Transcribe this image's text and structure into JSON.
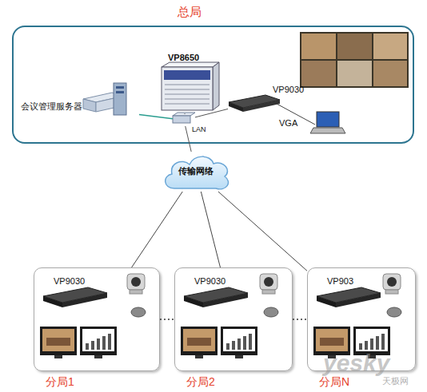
{
  "diagram": {
    "nodes": [
      {
        "text": [
          "总局"
        ]
      },
      {
        "text": [
          "会议管理服务器"
        ],
        "in": 0
      },
      {
        "text": [
          "VP8650"
        ],
        "in": 0
      },
      {
        "text": [
          "VP9030"
        ],
        "in": 0
      },
      {
        "text": [
          "LAN"
        ],
        "in": 0
      },
      {
        "text": [
          "传输网络"
        ]
      },
      {
        "text": [
          "分局1"
        ]
      },
      {
        "text": [
          "VP9030"
        ],
        "in": 6
      },
      {
        "text": [
          "分局2"
        ]
      },
      {
        "text": [
          "VP9030"
        ],
        "in": 8
      },
      {
        "text": [
          "分局N"
        ]
      },
      {
        "text": [
          "VP903"
        ],
        "in": 10
      }
    ],
    "edges": [
      {
        "from": 1,
        "to": 4,
        "arrow": "none"
      },
      {
        "from": 2,
        "to": 4,
        "arrow": "none"
      },
      {
        "from": 3,
        "to": 4,
        "arrow": "none"
      },
      {
        "from": 4,
        "to": 5,
        "arrow": "none"
      },
      {
        "from": 5,
        "to": 6,
        "arrow": "none"
      },
      {
        "from": 5,
        "to": 8,
        "arrow": "none"
      },
      {
        "from": 5,
        "to": 10,
        "arrow": "none"
      },
      {
        "from": 6,
        "to": 8,
        "arrow": "none"
      },
      {
        "from": 8,
        "to": 10,
        "arrow": "none"
      }
    ],
    "labels": [
      "VGA",
      "yesky",
      "天极网"
    ]
  }
}
